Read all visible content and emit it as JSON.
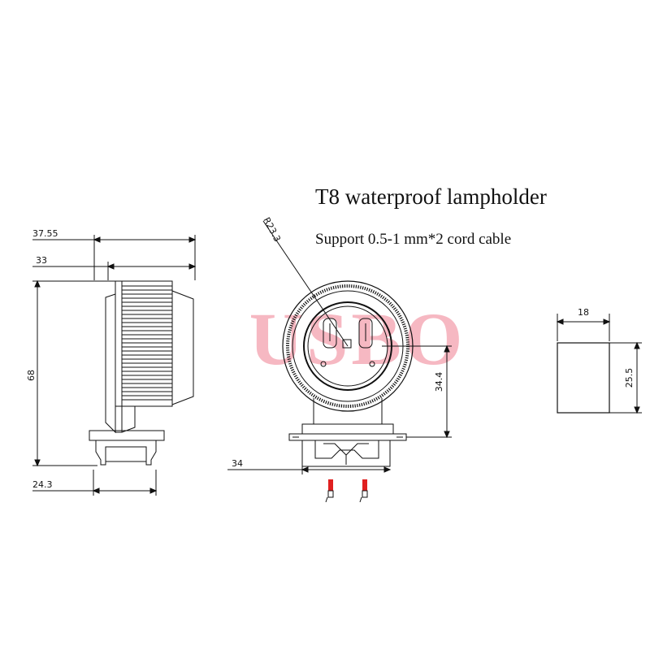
{
  "title": "T8 waterproof lampholder",
  "subtitle": "Support 0.5-1 mm*2  cord cable",
  "watermark": "USBO",
  "colors": {
    "line": "#111111",
    "watermark": "#f4a7b4",
    "wire_tip": "#e02020",
    "background": "#ffffff"
  },
  "dimensions": {
    "side_total_width": "37.55",
    "side_body_width": "33",
    "side_height": "68",
    "side_base_width": "24.3",
    "front_radius": "R23.3",
    "front_center_height": "34.4",
    "front_base_width": "34",
    "block_width": "18",
    "block_height": "25.5"
  }
}
